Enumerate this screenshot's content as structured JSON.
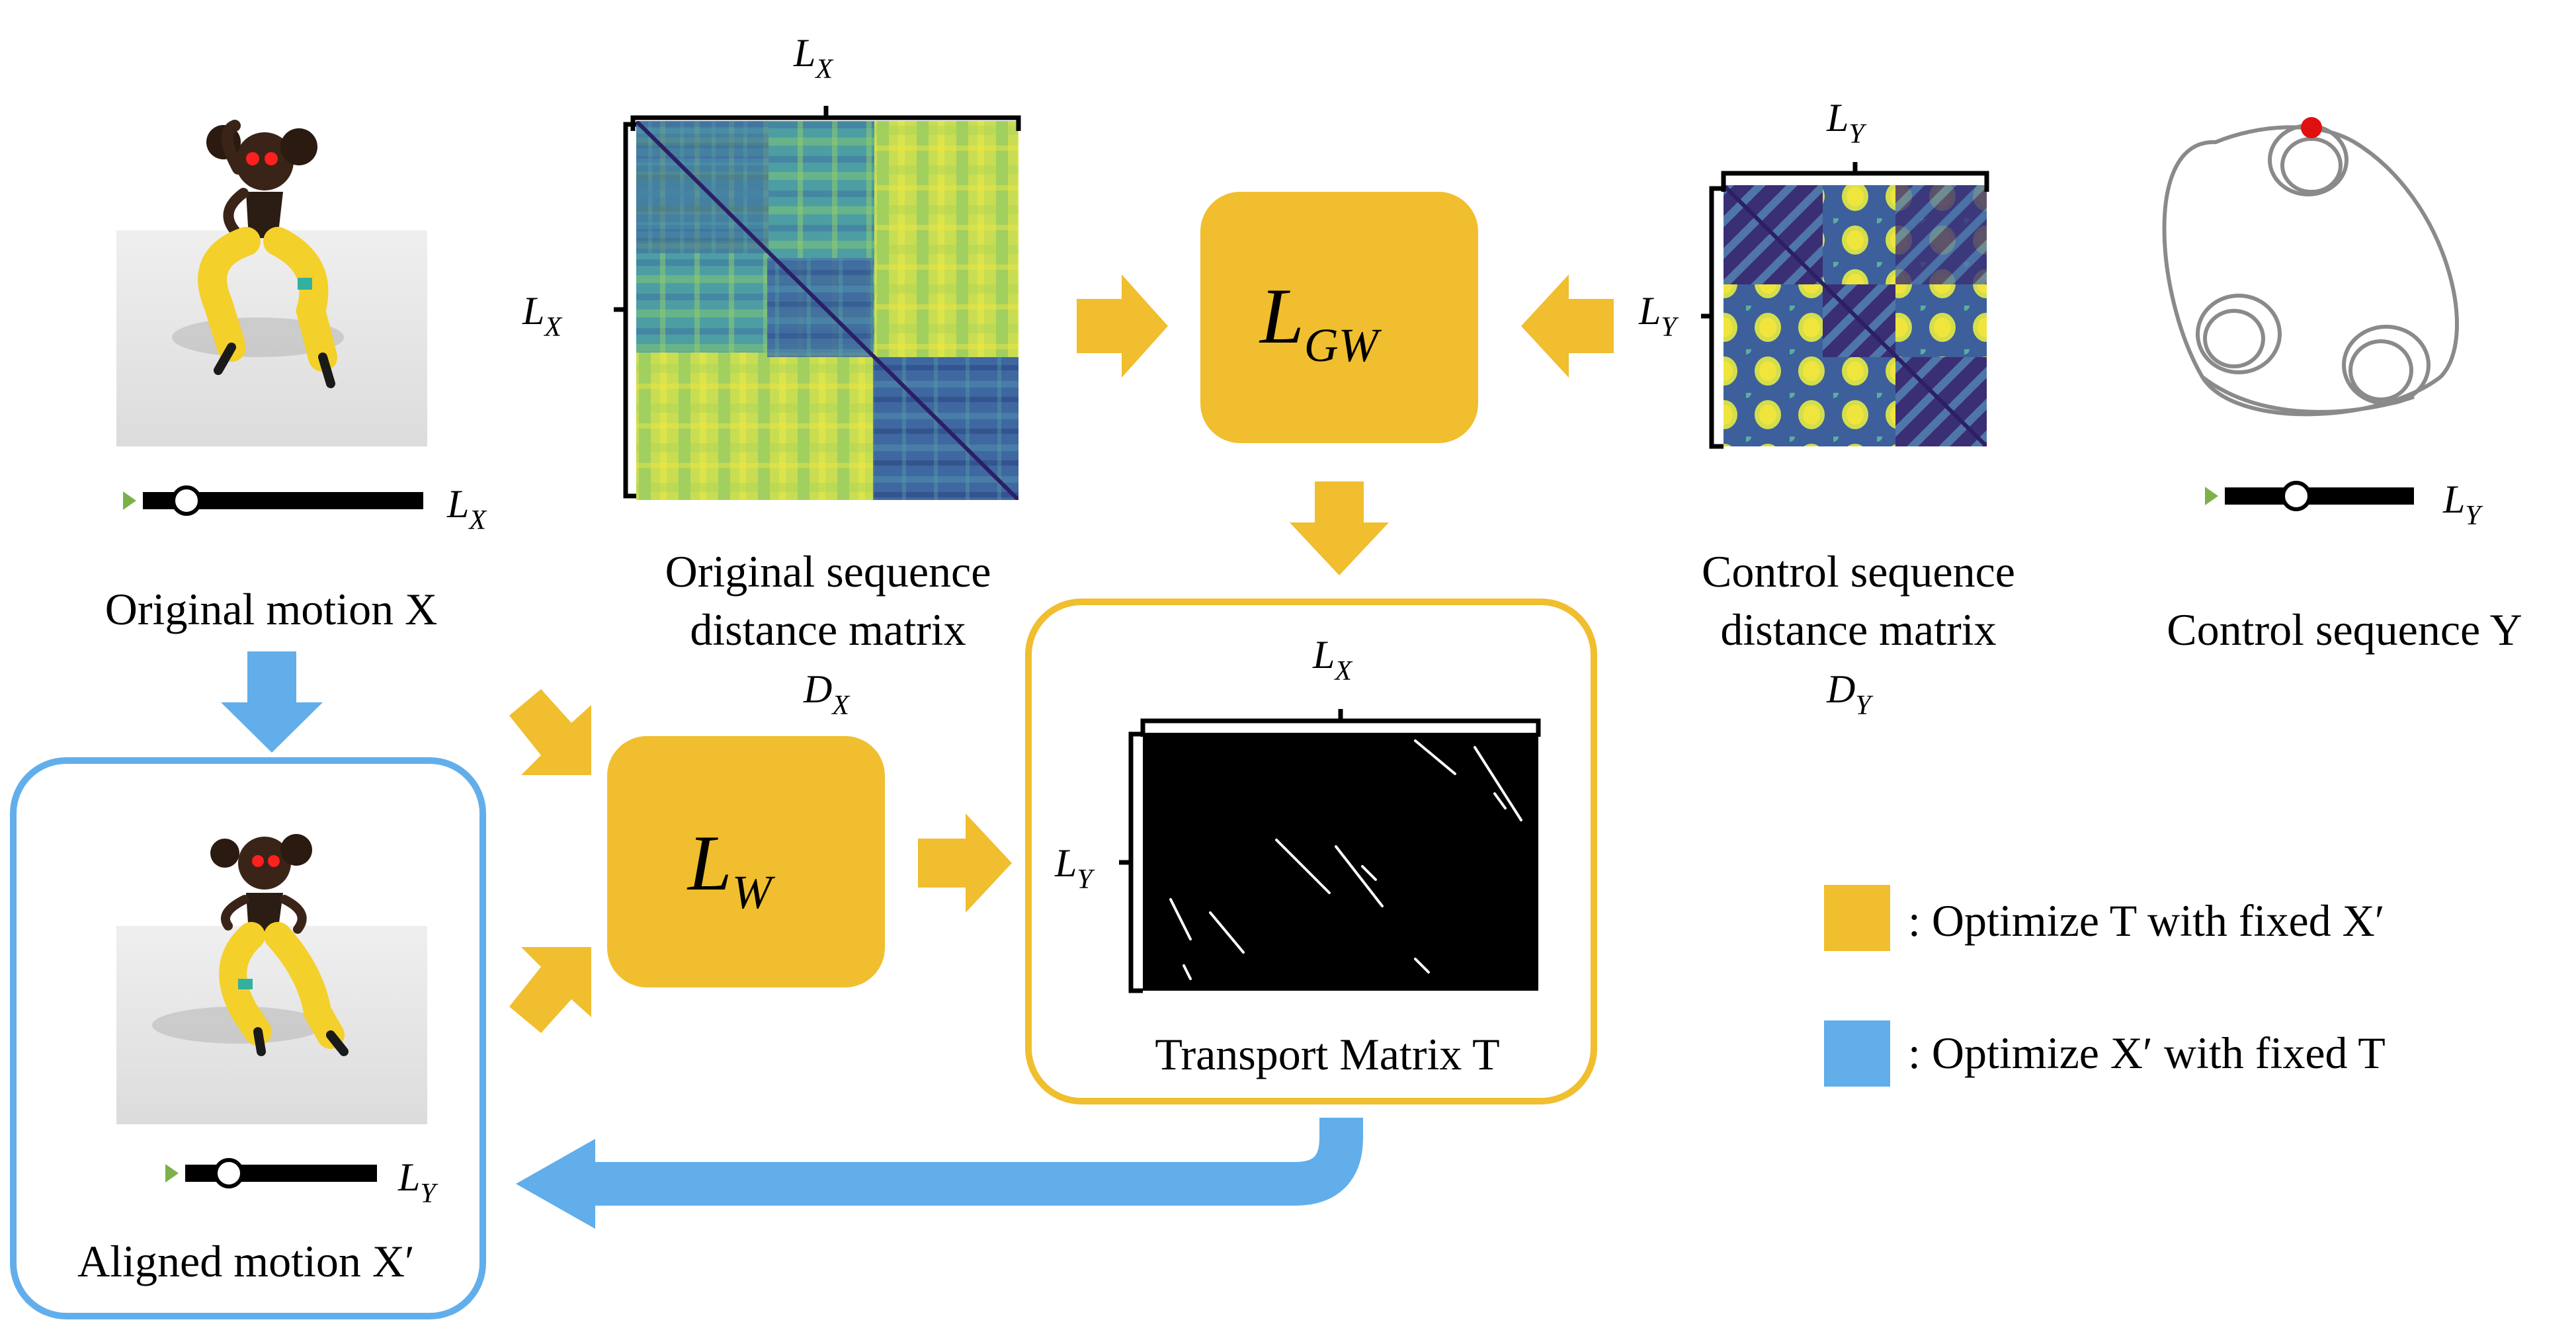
{
  "labels": {
    "original_motion": "Original motion X",
    "original_matrix": [
      "Original sequence",
      "distance matrix",
      "D",
      "X"
    ],
    "control_matrix": [
      "Control sequence",
      "distance matrix",
      "D",
      "Y"
    ],
    "control_sequence": "Control sequence Y",
    "transport_matrix": "Transport Matrix T",
    "aligned_motion": "Aligned motion X′"
  },
  "symbols": {
    "L": "L",
    "X": "X",
    "Y": "Y",
    "GW": "GW",
    "W": "W"
  },
  "legend": [
    {
      "color": "#F0BE2E",
      "text": ": Optimize T with fixed X′"
    },
    {
      "color": "#62AEEB",
      "text": ": Optimize X′ with fixed T"
    }
  ],
  "colors": {
    "optimize_T": "#F0BE2E",
    "optimize_X": "#62AEEB",
    "marker": "#E01010",
    "play_icon": "#7DB04A"
  },
  "icons": [
    "dancer-figure",
    "play-triangle-icon",
    "slider-knob",
    "loop-trajectory",
    "arrow"
  ]
}
